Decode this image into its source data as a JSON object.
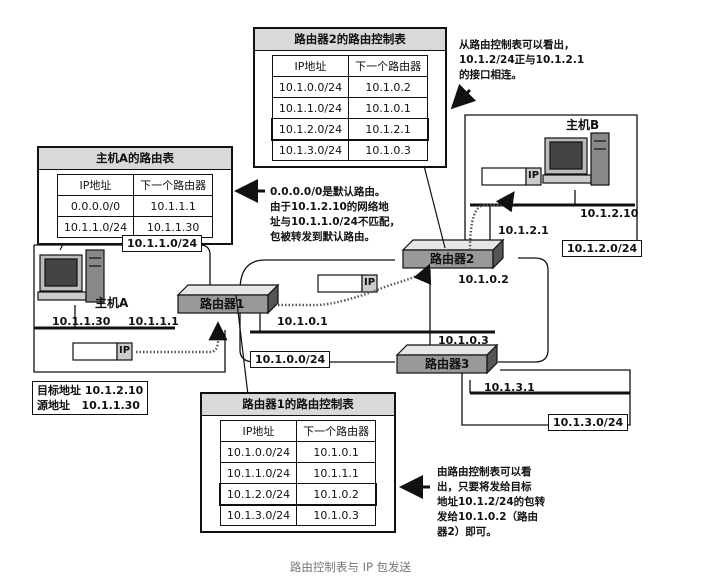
{
  "routerA": {
    "title": "主机A的路由表",
    "head": [
      "IP地址",
      "下一个路由器"
    ],
    "rows": [
      [
        "0.0.0.0/0",
        "10.1.1.1"
      ],
      [
        "10.1.1.0/24",
        "10.1.1.30"
      ]
    ]
  },
  "router2": {
    "title": "路由器2的路由控制表",
    "head": [
      "IP地址",
      "下一个路由器"
    ],
    "rows": [
      [
        "10.1.0.0/24",
        "10.1.0.2"
      ],
      [
        "10.1.1.0/24",
        "10.1.0.1"
      ],
      [
        "10.1.2.0/24",
        "10.1.2.1"
      ],
      [
        "10.1.3.0/24",
        "10.1.0.3"
      ]
    ]
  },
  "router1": {
    "title": "路由器1的路由控制表",
    "head": [
      "IP地址",
      "下一个路由器"
    ],
    "rows": [
      [
        "10.1.0.0/24",
        "10.1.0.1"
      ],
      [
        "10.1.1.0/24",
        "10.1.1.1"
      ],
      [
        "10.1.2.0/24",
        "10.1.0.2"
      ],
      [
        "10.1.3.0/24",
        "10.1.0.3"
      ]
    ]
  },
  "notes": {
    "top": [
      "从路由控制表可以看出，",
      "10.1.2/24正与10.1.2.1",
      "的接口相连。"
    ],
    "mid": [
      "0.0.0.0/0是默认路由。",
      "由于10.1.2.10的网络地",
      "址与10.1.1.0/24不匹配，",
      "包被转发到默认路由。"
    ],
    "bottom": [
      "由路由控制表可以看",
      "出，只要将发给目标",
      "地址10.1.2/24的包转",
      "发给10.1.0.2（路由",
      "器2）即可。"
    ]
  },
  "labels": {
    "hostA": "主机A",
    "hostB": "主机B",
    "r1": "路由器1",
    "r2": "路由器2",
    "r3": "路由器3",
    "ip": "IP",
    "a_ip": "10.1.1.30",
    "r1_a": "10.1.1.1",
    "r1_0": "10.1.0.1",
    "r2_0": "10.1.0.2",
    "r2_2": "10.1.2.1",
    "r3_0": "10.1.0.3",
    "r3_3": "10.1.3.1",
    "b_ip": "10.1.2.10",
    "net1": "10.1.1.0/24",
    "net0": "10.1.0.0/24",
    "net2": "10.1.2.0/24",
    "net3": "10.1.3.0/24",
    "dst_k": "目标地址",
    "dst_v": "10.1.2.10",
    "src_k": "源地址",
    "src_v": "10.1.1.30"
  },
  "caption": "路由控制表与 IP 包发送"
}
